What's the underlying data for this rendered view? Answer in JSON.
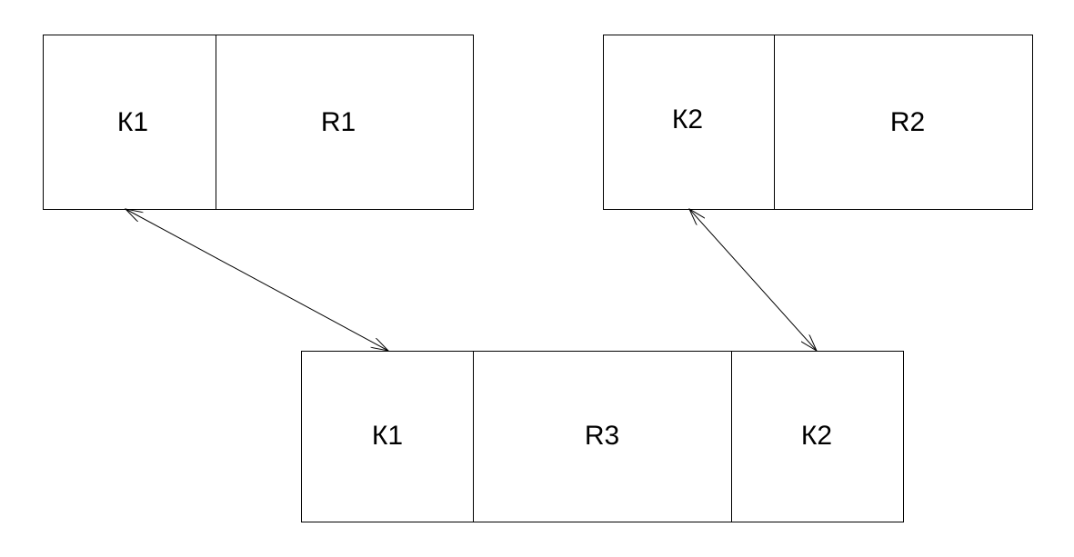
{
  "tables": {
    "table1": {
      "cells": [
        "К1",
        "R1"
      ]
    },
    "table2": {
      "cells": [
        "К2",
        "R2"
      ]
    },
    "table3": {
      "cells": [
        "К1",
        "R3",
        "К2"
      ]
    }
  },
  "links": [
    {
      "from": "table1.К1",
      "to": "table3.К1",
      "type": "bidirectional"
    },
    {
      "from": "table2.К2",
      "to": "table3.К2",
      "type": "bidirectional"
    }
  ],
  "colors": {
    "stroke": "#000000",
    "background": "#ffffff"
  }
}
